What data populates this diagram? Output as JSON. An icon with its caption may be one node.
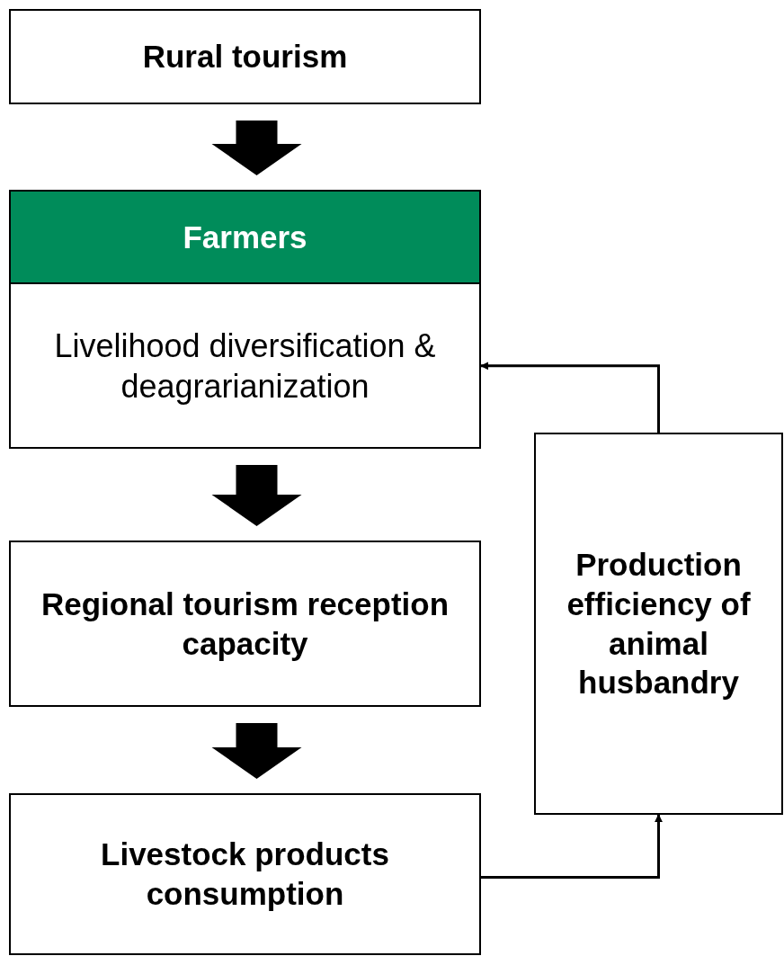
{
  "diagram": {
    "nodes": [
      {
        "text": [
          "Rural tourism"
        ]
      },
      {
        "text": [
          "Farmers",
          "Livelihood diversification & deagrarianization"
        ]
      },
      {
        "text": [
          "Regional tourism reception capacity"
        ]
      },
      {
        "text": [
          "Livestock products consumption"
        ]
      },
      {
        "text": [
          "Production efficiency of animal husbandry"
        ]
      }
    ],
    "edges": [
      {
        "from": 0,
        "to": 1,
        "arrow": "to",
        "style": "thick"
      },
      {
        "from": 1,
        "to": 2,
        "arrow": "to",
        "style": "thick"
      },
      {
        "from": 2,
        "to": 3,
        "arrow": "to",
        "style": "thick"
      },
      {
        "from": 3,
        "to": 4,
        "arrow": "to"
      },
      {
        "from": 4,
        "to": 1,
        "arrow": "to"
      }
    ]
  }
}
